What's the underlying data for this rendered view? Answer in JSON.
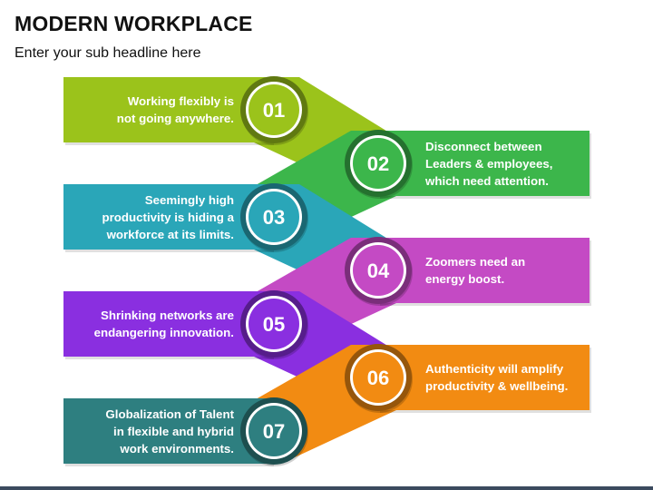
{
  "title": "MODERN WORKPLACE",
  "subtitle": "Enter your sub headline here",
  "steps": [
    {
      "number": "01",
      "lines": [
        "Working flexibly is",
        "not going anywhere."
      ],
      "color": "#9bc31b",
      "side": "left"
    },
    {
      "number": "02",
      "lines": [
        "Disconnect between",
        "Leaders & employees,",
        "which need attention."
      ],
      "color": "#3cb64b",
      "side": "right"
    },
    {
      "number": "03",
      "lines": [
        "Seemingly high",
        "productivity is hiding a",
        "workforce at its limits."
      ],
      "color": "#2aa6b8",
      "side": "left"
    },
    {
      "number": "04",
      "lines": [
        "Zoomers need an",
        "energy boost."
      ],
      "color": "#c44ac4",
      "side": "right"
    },
    {
      "number": "05",
      "lines": [
        "Shrinking networks are",
        "endangering innovation."
      ],
      "color": "#8a2fe0",
      "side": "left"
    },
    {
      "number": "06",
      "lines": [
        "Authenticity will amplify",
        "productivity & wellbeing."
      ],
      "color": "#f28b12",
      "side": "right"
    },
    {
      "number": "07",
      "lines": [
        "Globalization of Talent",
        "in flexible and hybrid",
        "work environments."
      ],
      "color": "#2e7f80",
      "side": "left"
    }
  ]
}
